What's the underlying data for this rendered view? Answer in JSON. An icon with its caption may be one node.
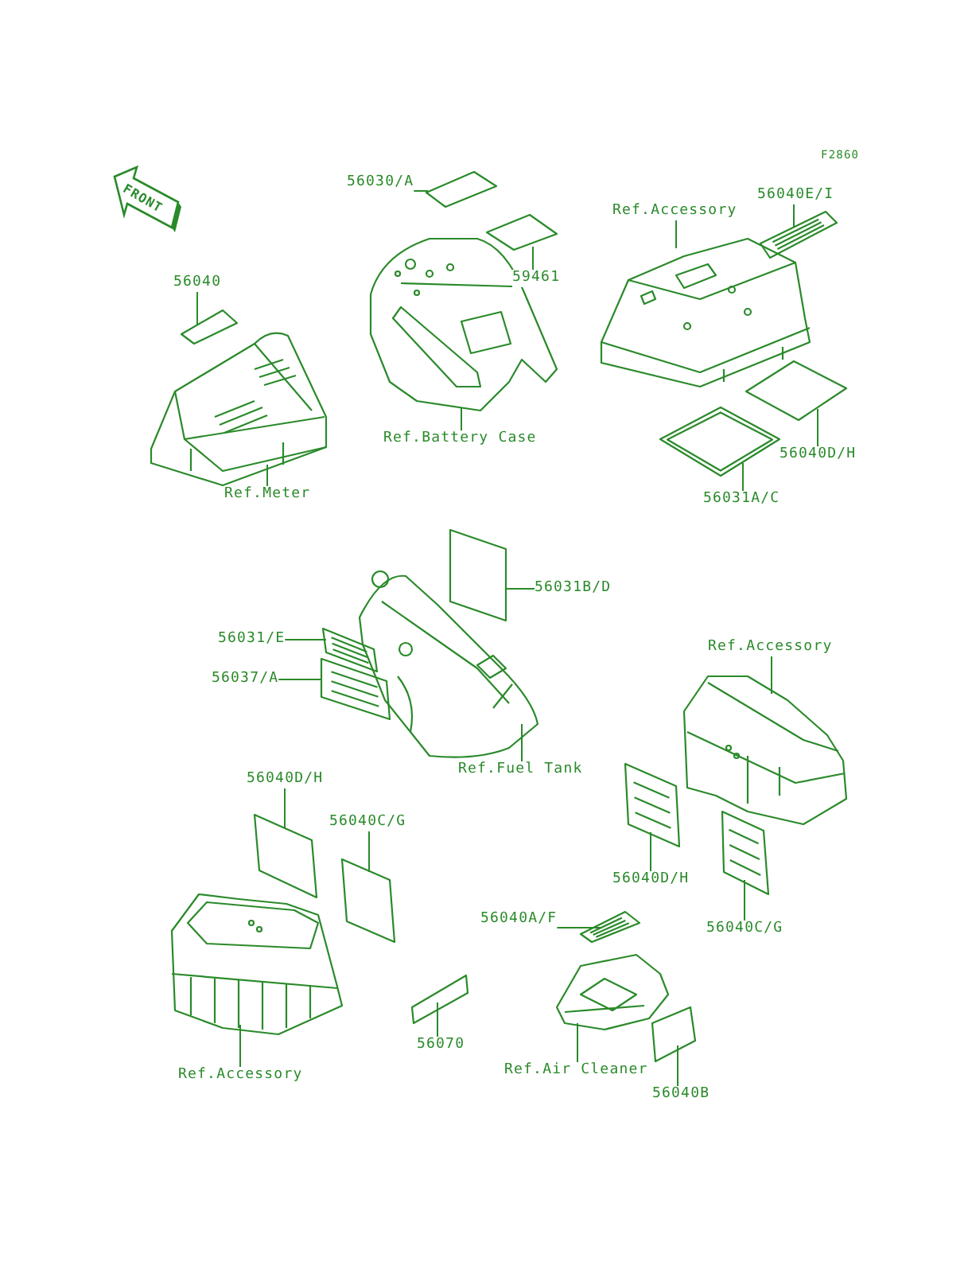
{
  "diagram": {
    "nodes": [
      {
        "text": [
          "56030/A"
        ]
      },
      {
        "text": [],
        "shape": "box"
      },
      {
        "text": [
          "59461"
        ]
      },
      {
        "text": [],
        "shape": "box"
      },
      {
        "text": [
          "Ref.Accessory"
        ]
      },
      {
        "text": [
          "56040E/I"
        ]
      },
      {
        "text": [],
        "shape": "box"
      },
      {
        "text": [],
        "shape": "picture"
      },
      {
        "text": [
          "56040"
        ]
      },
      {
        "text": [],
        "shape": "box"
      },
      {
        "text": [],
        "shape": "picture"
      },
      {
        "text": [],
        "shape": "picture"
      },
      {
        "text": [
          "Ref.Battery Case"
        ]
      },
      {
        "text": [],
        "shape": "diamond"
      },
      {
        "text": [
          "Ref.Meter"
        ]
      },
      {
        "text": [],
        "shape": "diamond"
      },
      {
        "text": [
          "56040D/H"
        ]
      },
      {
        "text": [
          "56031A/C"
        ]
      },
      {
        "text": [],
        "shape": "box"
      },
      {
        "text": [
          "56031B/D"
        ]
      },
      {
        "text": [
          "56031/E"
        ]
      },
      {
        "text": [],
        "shape": "box"
      },
      {
        "text": [
          "Ref.Accessory"
        ]
      },
      {
        "text": [
          "56037/A"
        ]
      },
      {
        "text": [],
        "shape": "box"
      },
      {
        "text": [],
        "shape": "picture"
      },
      {
        "text": [
          "Ref.Fuel Tank"
        ]
      },
      {
        "text": [],
        "shape": "picture"
      },
      {
        "text": [],
        "shape": "box"
      },
      {
        "text": [
          "56040D/H"
        ]
      },
      {
        "text": [],
        "shape": "box"
      },
      {
        "text": [
          "56040C/G"
        ]
      },
      {
        "text": [],
        "shape": "box"
      },
      {
        "text": [],
        "shape": "box"
      },
      {
        "text": [
          "56040D/H"
        ]
      },
      {
        "text": [
          "56040A/F"
        ]
      },
      {
        "text": [],
        "shape": "box"
      },
      {
        "text": [
          "56040C/G"
        ]
      },
      {
        "text": [],
        "shape": "picture"
      },
      {
        "text": [],
        "shape": "box"
      },
      {
        "text": [],
        "shape": "picture"
      },
      {
        "text": [],
        "shape": "box"
      },
      {
        "text": [
          "56070"
        ]
      },
      {
        "text": [
          "Ref.Accessory"
        ]
      },
      {
        "text": [
          "Ref.Air Cleaner"
        ]
      },
      {
        "text": [
          "56040B"
        ]
      }
    ],
    "edges": [
      {
        "from": 0,
        "to": 1,
        "arrow": "none"
      },
      {
        "from": 2,
        "to": 3,
        "arrow": "none"
      },
      {
        "from": 4,
        "to": 7,
        "arrow": "none"
      },
      {
        "from": 5,
        "to": 6,
        "arrow": "none"
      },
      {
        "from": 8,
        "to": 9,
        "arrow": "none"
      },
      {
        "from": 12,
        "to": 10,
        "arrow": "none"
      },
      {
        "from": 14,
        "to": 11,
        "arrow": "none"
      },
      {
        "from": 16,
        "to": 13,
        "arrow": "none"
      },
      {
        "from": 17,
        "to": 15,
        "arrow": "none"
      },
      {
        "from": 19,
        "to": 18,
        "arrow": "none"
      },
      {
        "from": 20,
        "to": 21,
        "arrow": "none"
      },
      {
        "from": 23,
        "to": 24,
        "arrow": "none"
      },
      {
        "from": 26,
        "to": 25,
        "arrow": "none"
      },
      {
        "from": 22,
        "to": 27,
        "arrow": "none"
      },
      {
        "from": 29,
        "to": 30,
        "arrow": "none"
      },
      {
        "from": 31,
        "to": 32,
        "arrow": "none"
      },
      {
        "from": 34,
        "to": 28,
        "arrow": "none"
      },
      {
        "from": 37,
        "to": 33,
        "arrow": "none"
      },
      {
        "from": 35,
        "to": 36,
        "arrow": "none"
      },
      {
        "from": 43,
        "to": 38,
        "arrow": "none"
      },
      {
        "from": 42,
        "to": 39,
        "arrow": "none"
      },
      {
        "from": 44,
        "to": 40,
        "arrow": "none"
      },
      {
        "from": 45,
        "to": 41,
        "arrow": "none"
      }
    ],
    "labels": [
      "F2860",
      "FRONT"
    ]
  }
}
